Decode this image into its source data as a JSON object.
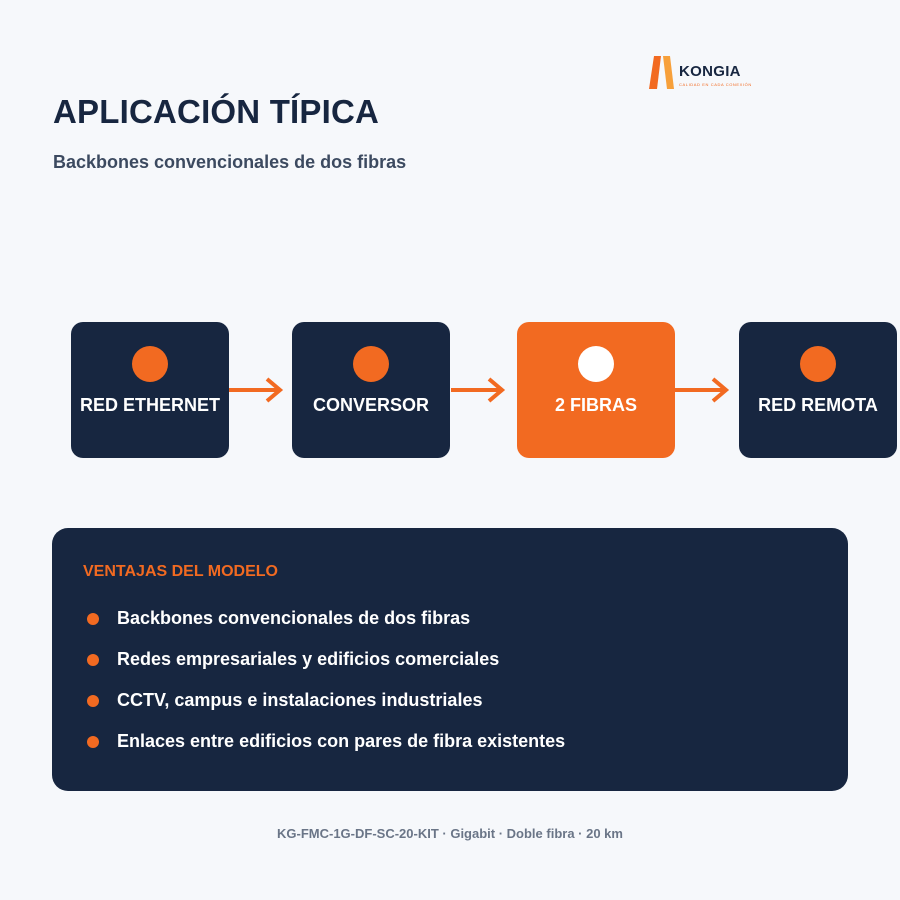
{
  "brand": {
    "name": "KONGIA",
    "tagline": "CALIDAD EN CADA CONEXIÓN",
    "colors": {
      "accent": "#f26a21",
      "navy": "#172640",
      "background": "#f6f8fb"
    }
  },
  "header": {
    "title": "APLICACIÓN TÍPICA",
    "subtitle": "Backbones convencionales de dos fibras"
  },
  "flow": {
    "steps": [
      {
        "label": "RED ETHERNET",
        "highlight": false
      },
      {
        "label": "CONVERSOR",
        "highlight": false
      },
      {
        "label": "2 FIBRAS",
        "highlight": true
      },
      {
        "label": "RED REMOTA",
        "highlight": false
      }
    ],
    "connector_icon": "arrow-right-icon"
  },
  "advantages": {
    "title": "VENTAJAS DEL MODELO",
    "items": [
      "Backbones convencionales de dos fibras",
      "Redes empresariales y edificios comerciales",
      "CCTV, campus e instalaciones industriales",
      "Enlaces entre edificios con pares de fibra existentes"
    ]
  },
  "footer": {
    "text": "KG-FMC-1G-DF-SC-20-KIT · Gigabit · Doble fibra · 20 km"
  }
}
